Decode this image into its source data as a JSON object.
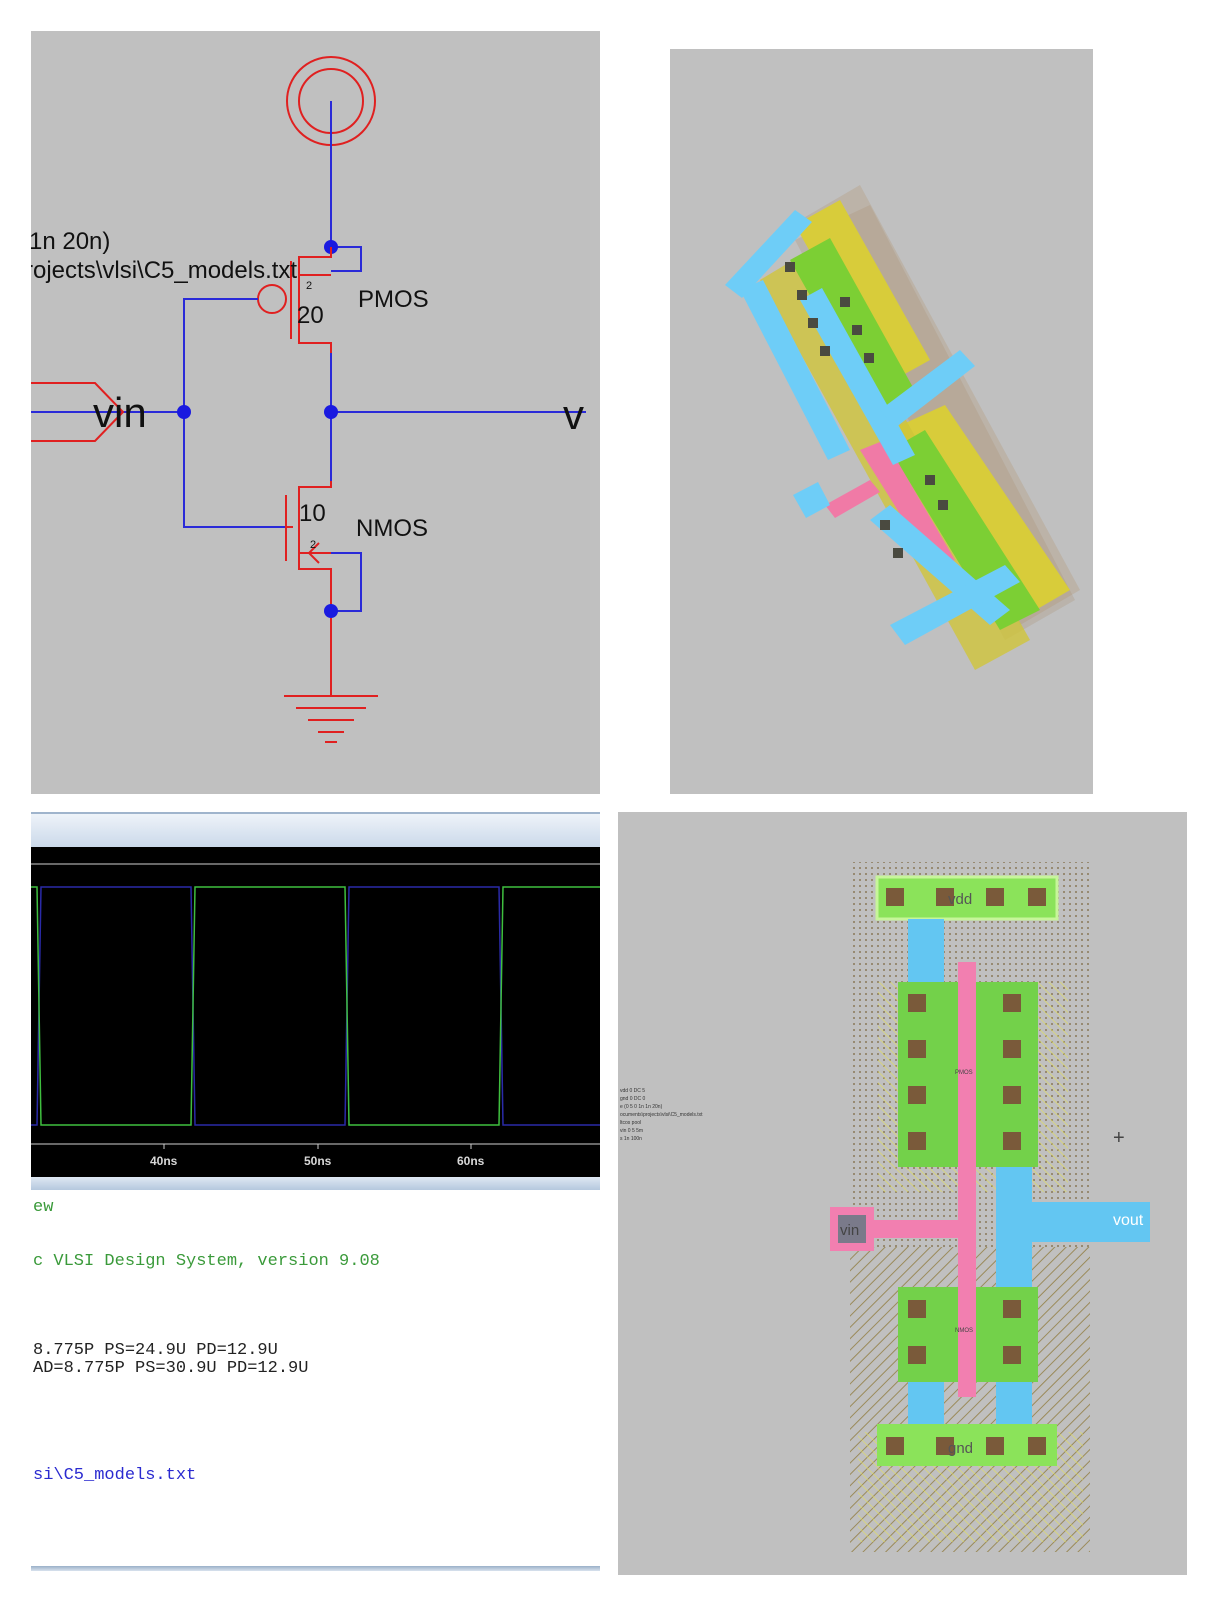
{
  "schematic": {
    "sim_line": "1n 20n)",
    "models_line": "rojects\\vlsi\\C5_models.txt",
    "pmos_label": "PMOS",
    "pmos_width": "20",
    "pmos_length": "2",
    "nmos_label": "NMOS",
    "nmos_width": "10",
    "nmos_length": "2",
    "input_label": "vin",
    "output_label_partial": "v"
  },
  "waveform": {
    "tick_labels": [
      "40ns",
      "50ns",
      "60ns"
    ],
    "trace_colors": {
      "input": "#2a2aa8",
      "output": "#3fbf3f"
    }
  },
  "netlist": {
    "lines": [
      {
        "text": "ew",
        "color": "#3a9a3a"
      },
      {
        "text": "c VLSI Design System, version 9.08",
        "color": "#3a9a3a"
      },
      {
        "text": "8.775P PS=24.9U PD=12.9U",
        "color": "#222222"
      },
      {
        "text": "AD=8.775P PS=30.9U PD=12.9U",
        "color": "#222222"
      },
      {
        "text": "si\\C5_models.txt",
        "color": "#2a2ad0"
      }
    ]
  },
  "layout": {
    "vdd_label": "vdd",
    "gnd_label": "gnd",
    "vin_label": "vin",
    "vout_label": "vout",
    "pmos_label": "PMOS",
    "nmos_label": "NMOS",
    "crosshair": "+",
    "spice_text": [
      "vdd 0 DC 5",
      "gnd 0 DC 0",
      "e (0 5 0 1n 1n 20n)",
      "ocuments\\projects\\vlsi\\C5_models.txt",
      "ltcos pool",
      "vin 0 5 5m",
      "s 1n 100n"
    ]
  }
}
